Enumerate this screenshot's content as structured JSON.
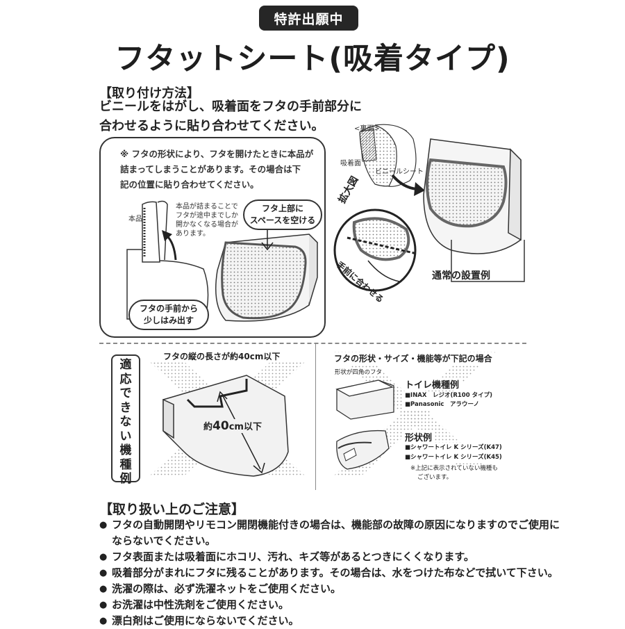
{
  "badge": "特許出願中",
  "title": "フタットシート(吸着タイプ)",
  "install": {
    "heading": "【取り付け方法】",
    "line1": "ビニールをはがし、吸着面をフタの手前部分に",
    "line2": "合わせるように貼り合わせてください。"
  },
  "note_box": {
    "line1": "※ フタの形状により、フタを開けたときに本品が",
    "line2": "詰まってしまうことがあります。その場合は下",
    "line3": "記の位置に貼り合わせてください。",
    "label_product": "本品",
    "small1": "本品が詰まることで",
    "small2": "フタが途中までしか",
    "small3": "開かなくなる場合が",
    "small4": "あります。",
    "bubble_top1": "フタ上部に",
    "bubble_top2": "スペースを空ける",
    "bubble_bottom1": "フタの手前から",
    "bubble_bottom2": "少しはみ出す"
  },
  "normal": {
    "label_back": "<裏面>",
    "label_suction": "吸着面",
    "label_vinyl": "ビニールシート",
    "zoom": "拡大図",
    "align": "手前に合わせる",
    "caption": "通常の設置例"
  },
  "incompatible": {
    "vertical": [
      "適",
      "応",
      "で",
      "き",
      "な",
      "い",
      "機",
      "種",
      "例"
    ],
    "length_heading": "フタの縦の長さが約40cm以下",
    "length_label_pre": "約",
    "length_label_num": "40",
    "length_label_post": "cm以下",
    "shape_heading": "フタの形状・サイズ・機能等が下記の場合",
    "square_label": "形状が四角のフタ",
    "toilet_heading": "トイレ機種例",
    "toilet1": "■INAX　レジオ(R100 タイプ)",
    "toilet2": "■Panasonic　アラウーノ",
    "shape_heading2": "形状例",
    "shape1": "■シャワートイレ K シリーズ(K47)",
    "shape2": "■シャワートイレ K シリーズ(K45)",
    "footnote1": "※上記に表示されていない機種も",
    "footnote2": "ございます。"
  },
  "cautions": {
    "heading": "【取り扱い上のご注意】",
    "items": [
      "フタの自動開閉やリモコン開閉機能付きの場合は、機能部の故障の原因になりますのでご使用に",
      "ならないでください。",
      "フタ表面または吸着面にホコリ、汚れ、キズ等があるとつきにくくなります。",
      "吸着部分がまれにフタに残ることがあります。その場合は、水をつけた布などで拭いて下さい。",
      "洗濯の際は、必ず洗濯ネットをご使用ください。",
      "お洗濯は中性洗剤をご使用ください。",
      "漂白剤はご使用にならないでください。"
    ],
    "bullet": "●"
  }
}
